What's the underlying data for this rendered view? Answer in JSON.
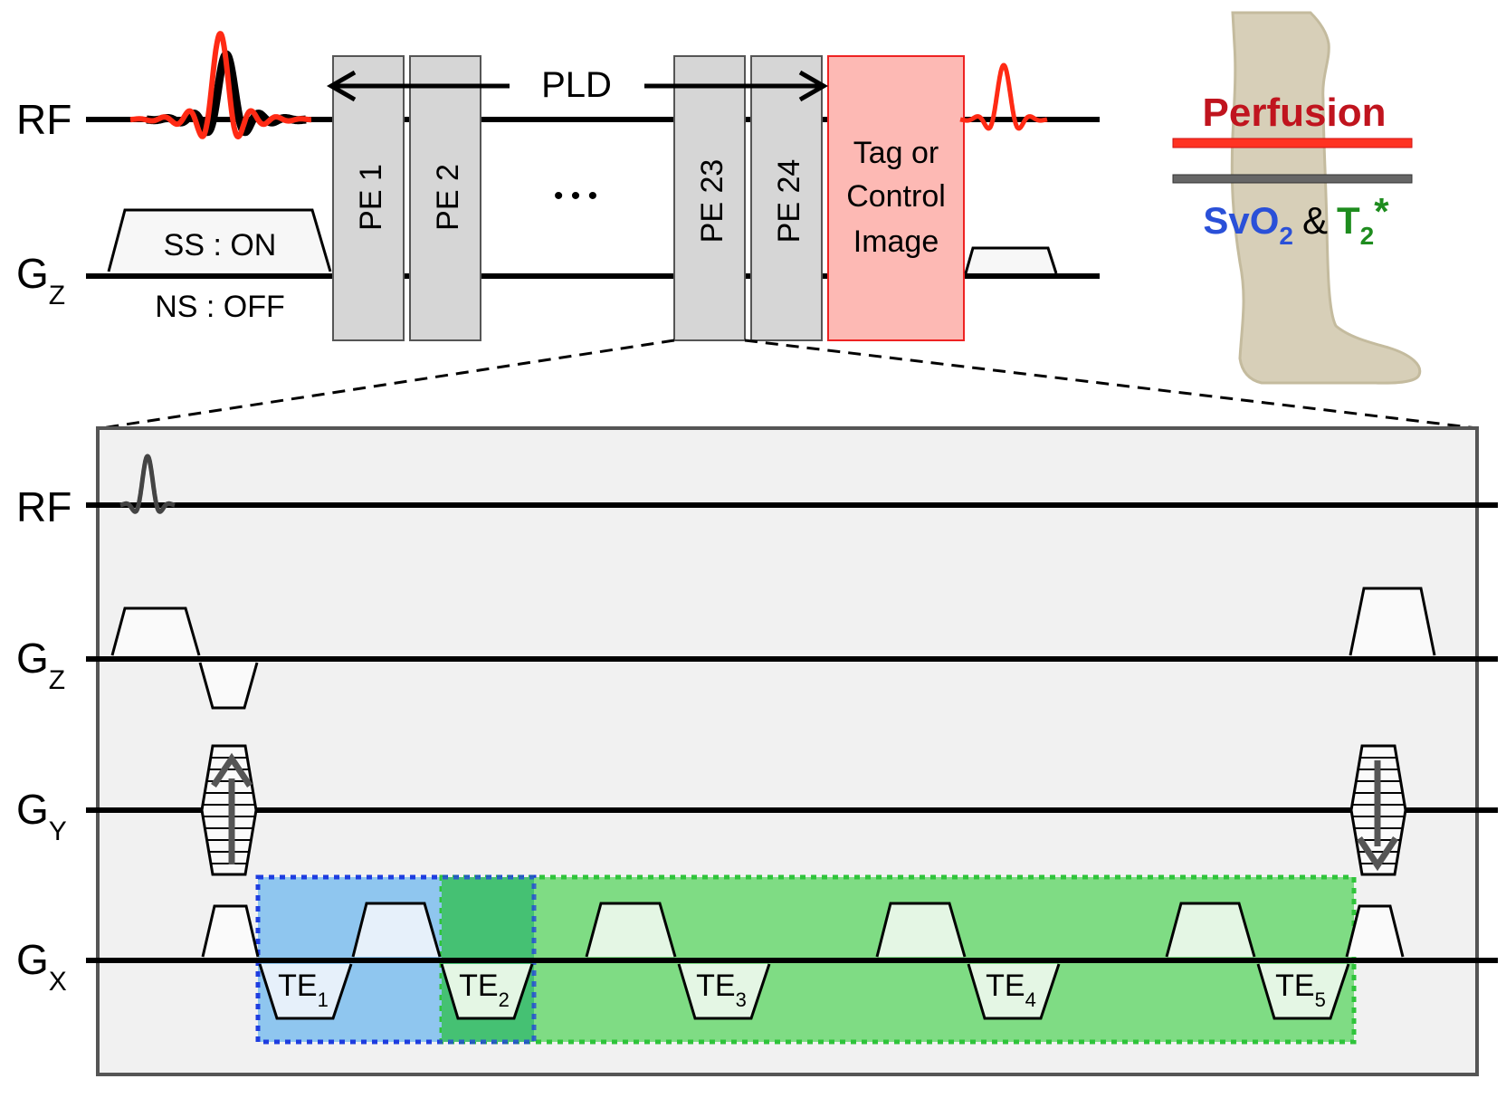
{
  "colors": {
    "rf_red": "#ff2a14",
    "perfusion_text": "#c0141e",
    "perfusion_line": "#ff3322",
    "svo2_blue": "#2a50d8",
    "t2_green": "#1e8c1e",
    "tag_fill": "#fdb9b4",
    "tag_border": "#ee2222",
    "pe_fill": "#d6d6d6",
    "panel_fill": "#f1f1f1",
    "te1_box": "#8fc6ef",
    "te_green": "#7fdc84",
    "te_overlap": "#45c173",
    "leg_fill": "#d7cfb8"
  },
  "top": {
    "rf_label": "RF",
    "gz_label_main": "G",
    "gz_label_sub": "Z",
    "ss_label": "SS : ON",
    "ns_label": "NS : OFF",
    "pld_label": "PLD",
    "ellipsis": "• • •",
    "pe_labels": [
      "PE 1",
      "PE 2",
      "PE 23",
      "PE 24"
    ],
    "tag_lines": [
      "Tag or",
      "Control",
      "Image"
    ]
  },
  "legend": {
    "perfusion": "Perfusion",
    "svo2_main": "SvO",
    "svo2_sub": "2",
    "amp": "&",
    "t2_main": "T",
    "t2_sub": "2",
    "t2_star": "*"
  },
  "bottom": {
    "rf_label": "RF",
    "gz_label_main": "G",
    "gz_label_sub": "Z",
    "gy_label_main": "G",
    "gy_label_sub": "Y",
    "gx_label_main": "G",
    "gx_label_sub": "X",
    "te_labels": [
      {
        "main": "TE",
        "sub": "1"
      },
      {
        "main": "TE",
        "sub": "2"
      },
      {
        "main": "TE",
        "sub": "3"
      },
      {
        "main": "TE",
        "sub": "4"
      },
      {
        "main": "TE",
        "sub": "5"
      }
    ]
  }
}
